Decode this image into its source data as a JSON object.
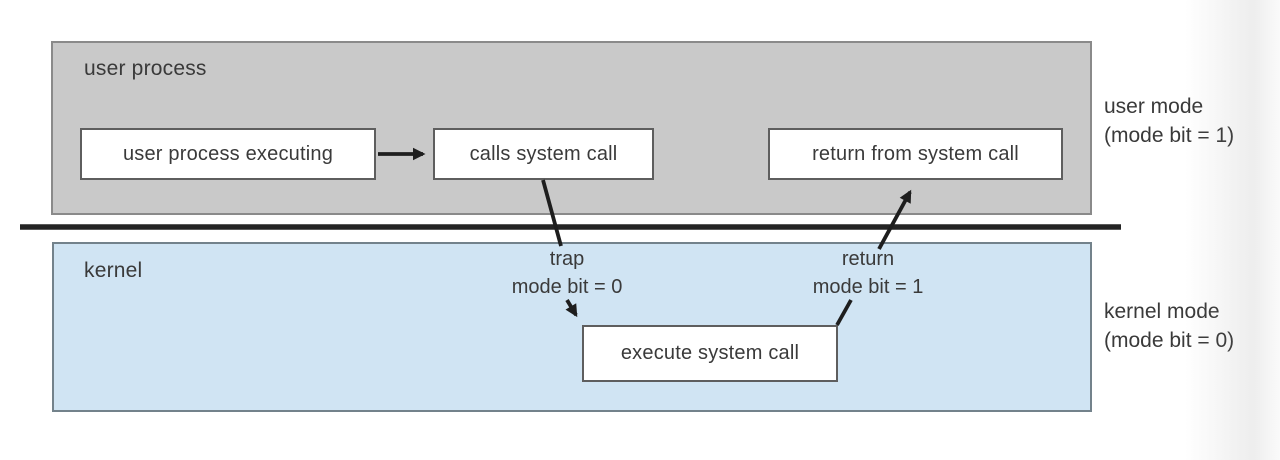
{
  "colors": {
    "user_section_bg": "#c9c9c9",
    "kernel_section_bg": "#d0e4f3",
    "box_bg": "#ffffff",
    "line": "#1e1e1e",
    "text": "#3a3a3a"
  },
  "user_section": {
    "title": "user process",
    "executing_box": "user process executing",
    "calls_box": "calls system call",
    "return_box": "return from system call"
  },
  "kernel_section": {
    "title": "kernel",
    "execute_box": "execute system call",
    "trap_line1": "trap",
    "trap_line2": "mode bit = 0",
    "return_line1": "return",
    "return_line2": "mode bit = 1"
  },
  "mode_labels": {
    "user_line1": "user mode",
    "user_line2": "(mode bit = 1)",
    "kernel_line1": "kernel mode",
    "kernel_line2": "(mode bit = 0)"
  }
}
